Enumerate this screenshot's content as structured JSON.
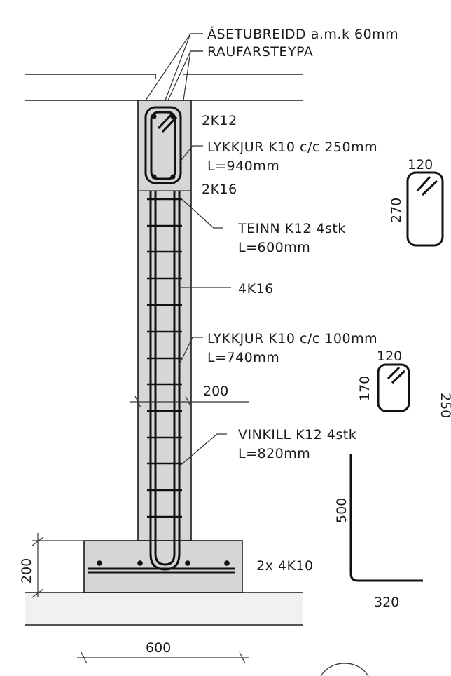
{
  "labels": {
    "asetubreidd": "ÁSETUBREIDD a.m.k 60mm",
    "raufarsteypa": "RAUFARSTEYPA",
    "top_bars": "2K12",
    "lykkjur_top": "LYKKJUR K10 c/c 250mm",
    "lykkjur_top_len": "L=940mm",
    "bars_2k16": "2K16",
    "teinn": "TEINN K12 4stk",
    "teinn_len": "L=600mm",
    "bars_4k16": "4K16",
    "lykkjur_mid": "LYKKJUR K10 c/c 100mm",
    "lykkjur_mid_len": "L=740mm",
    "vinkill": "VINKILL K12 4stk",
    "vinkill_len": "L=820mm",
    "footing_bars": "2x 4K10"
  },
  "dimensions": {
    "wall_width": "200",
    "footing_height": "200",
    "footing_width": "600",
    "stirrup_top_w": "120",
    "stirrup_top_h": "270",
    "stirrup_mid_w": "120",
    "stirrup_mid_h": "170",
    "angle_h": "500",
    "angle_w": "320",
    "clipped_edge": "250"
  }
}
